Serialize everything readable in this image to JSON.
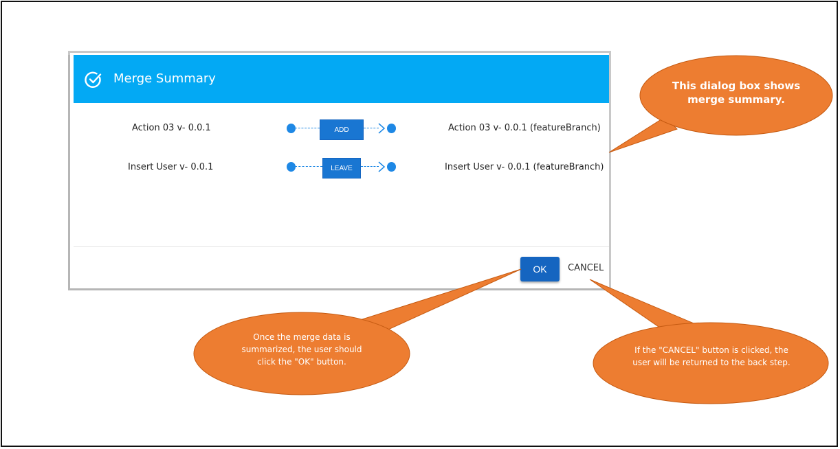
{
  "dialog": {
    "title": "Merge Summary",
    "header_color": "#03a9f4",
    "rows": [
      {
        "source": "Action 03 v- 0.0.1",
        "action": "ADD",
        "target": "Action 03 v- 0.0.1 (featureBranch)"
      },
      {
        "source": "Insert User v- 0.0.1",
        "action": "LEAVE",
        "target": "Insert User v- 0.0.1 (featureBranch)"
      }
    ],
    "ok_label": "OK",
    "cancel_label": "CANCEL"
  },
  "callouts": {
    "color": "#ed7d31",
    "dialog_note": "This dialog box shows merge summary.",
    "ok_note": "Once the merge data is summarized, the user should click the \"OK\" button.",
    "cancel_note": "If the \"CANCEL\" button is clicked, the user will be returned to the back step."
  }
}
